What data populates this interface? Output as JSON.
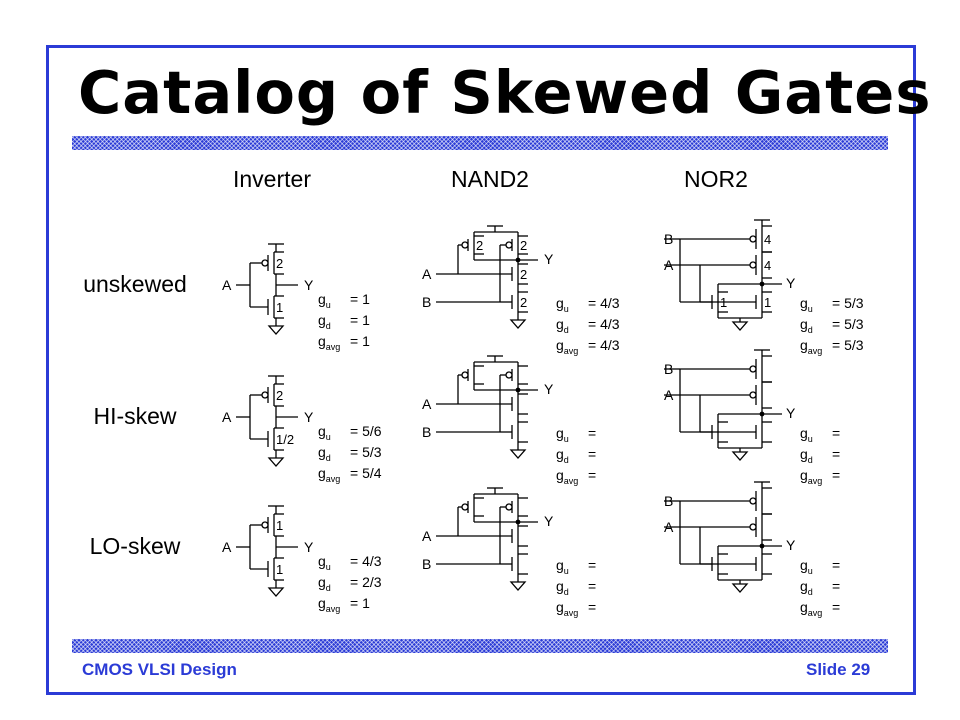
{
  "slide": {
    "title": "Catalog of Skewed Gates",
    "footer_left": "CMOS VLSI Design",
    "footer_right": "Slide 29"
  },
  "columns": [
    "Inverter",
    "NAND2",
    "NOR2"
  ],
  "rows": [
    "unskewed",
    "HI-skew",
    "LO-skew"
  ],
  "pins": {
    "a": "A",
    "b": "B",
    "y": "Y"
  },
  "effort_labels": {
    "up": "g",
    "up_sub": "u",
    "down": "g",
    "down_sub": "d",
    "avg": "g",
    "avg_sub": "avg"
  },
  "sizes": {
    "inv_unskewed": [
      "2",
      "1"
    ],
    "inv_hi": [
      "2",
      "1/2"
    ],
    "inv_lo": [
      "1",
      "1"
    ],
    "nand_unskewed": [
      "2",
      "2",
      "2",
      "2"
    ],
    "nor_unskewed": [
      "4",
      "4",
      "1",
      "1"
    ]
  },
  "efforts": {
    "inv_unskewed": [
      "= 1",
      "= 1",
      "= 1"
    ],
    "inv_hi": [
      "= 5/6",
      "= 5/3",
      "= 5/4"
    ],
    "inv_lo": [
      "= 4/3",
      "= 2/3",
      "= 1"
    ],
    "nand_unskewed": [
      "= 4/3",
      "= 4/3",
      "= 4/3"
    ],
    "nand_hi": [
      "=",
      "=",
      "="
    ],
    "nand_lo": [
      "=",
      "=",
      "="
    ],
    "nor_unskewed": [
      "= 5/3",
      "= 5/3",
      "= 5/3"
    ],
    "nor_hi": [
      "=",
      "=",
      "="
    ],
    "nor_lo": [
      "=",
      "=",
      "="
    ]
  }
}
